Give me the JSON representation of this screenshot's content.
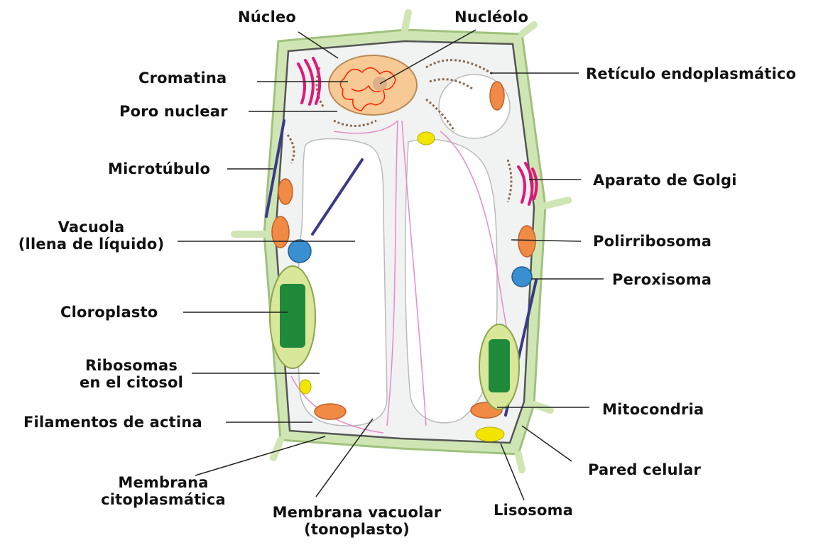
{
  "labels": {
    "nucleo": "Núcleo",
    "nucleolo": "Nucléolo",
    "cromatina": "Cromatina",
    "poro_nuclear": "Poro nuclear",
    "microtubulo": "Microtúbulo",
    "vacuola_1": "Vacuola",
    "vacuola_2": "(llena de líquido)",
    "cloroplasto": "Cloroplasto",
    "ribosomas_1": "Ribosomas",
    "ribosomas_2": "en el citosol",
    "filamentos": "Filamentos de actina",
    "membrana_cito_1": "Membrana",
    "membrana_cito_2": "citoplasmática",
    "membrana_vac_1": "Membrana vacuolar",
    "membrana_vac_2": "(tonoplasto)",
    "lisosoma": "Lisosoma",
    "pared": "Pared celular",
    "mitocondria": "Mitocondria",
    "peroxisoma": "Peroxisoma",
    "polirribosoma": "Polirribosoma",
    "golgi": "Aparato de Golgi",
    "reticulo": "Retículo endoplasmático"
  },
  "colors": {
    "cell_wall": "#cfe6b4",
    "cell_wall_edge": "#9fc27f",
    "cytosol": "#f1f2f2",
    "vacuole": "#ffffff",
    "nucleus": "#f7c994",
    "chromatin": "#ff2200",
    "mitochondria": "#f08a45",
    "chloroplast": "#d9e79a",
    "thylakoid": "#1f8a3a",
    "golgi": "#e0177a",
    "microtubule": "#3a3a8c",
    "actin": "#e88ac8",
    "peroxisome": "#3a8fd0",
    "lysosome": "#f2e600"
  }
}
